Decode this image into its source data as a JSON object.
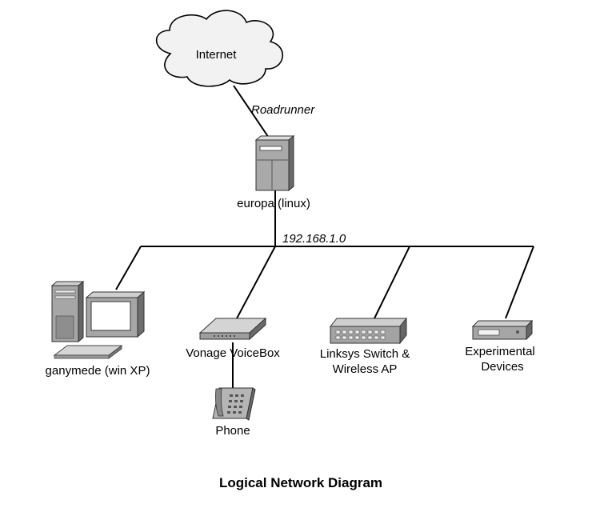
{
  "labels": {
    "internet": "Internet",
    "wan_link": "Roadrunner",
    "router": "europa (linux)",
    "subnet": "192.168.1.0",
    "pc": "ganymede (win XP)",
    "voip": "Vonage VoiceBox",
    "phone": "Phone",
    "switch_line1": "Linksys Switch &",
    "switch_line2": "Wireless AP",
    "experimental_line1": "Experimental",
    "experimental_line2": "Devices"
  },
  "title": "Logical Network Diagram"
}
